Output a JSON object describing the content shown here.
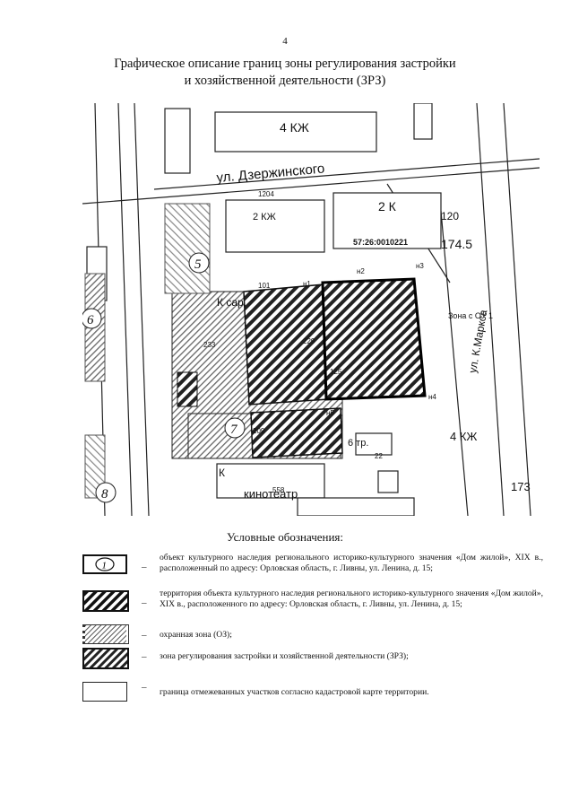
{
  "page_number": "4",
  "title_line1": "Графическое описание границ зоны регулирования застройки",
  "title_line2": "и хозяйственной деятельности (ЗРЗ)",
  "map": {
    "street_dzerzhinskogo": "ул. Дзержинского",
    "street_marksa": "ул. К.Маркса",
    "cadastral_number": "57:26:0010221",
    "zone_label": "Зона с ОУ 1",
    "cinema_label": "кинотеатр",
    "building_labels": [
      "4 КЖ",
      "2 К",
      "2 КЖ",
      "4 КЖ",
      "К сар.",
      "К"
    ],
    "numbers": [
      "4",
      "120",
      "174.5",
      "173",
      "233",
      "209",
      "229",
      "558",
      "101",
      "1204",
      "125",
      "22",
      "6 тр."
    ],
    "markers": [
      "н1",
      "н2",
      "н3",
      "н4",
      "н5"
    ],
    "circle_labels": [
      "5",
      "6",
      "7",
      "8"
    ]
  },
  "legend": {
    "heading": "Условные обозначения:",
    "items": [
      {
        "symbol": "1",
        "dash": "–",
        "text": "объект культурного наследия регионального историко-культурного значения «Дом жилой», XIX в., расположенный по адресу: Орловская область, г. Ливны, ул. Ленина, д. 15;"
      },
      {
        "dash": "–",
        "text": "территория объекта культурного наследия регионального историко-культурного значения «Дом жилой», XIX в., расположенного по адресу: Орловская область, г. Ливны, ул. Ленина, д. 15;"
      },
      {
        "dash": "–",
        "text": "охранная зона (ОЗ);"
      },
      {
        "dash": "–",
        "text": "зона регулирования застройки и хозяйственной деятельности (ЗРЗ);"
      },
      {
        "dash": "–",
        "text": "граница отмежеванных участков согласно кадастровой карте территории."
      }
    ]
  }
}
